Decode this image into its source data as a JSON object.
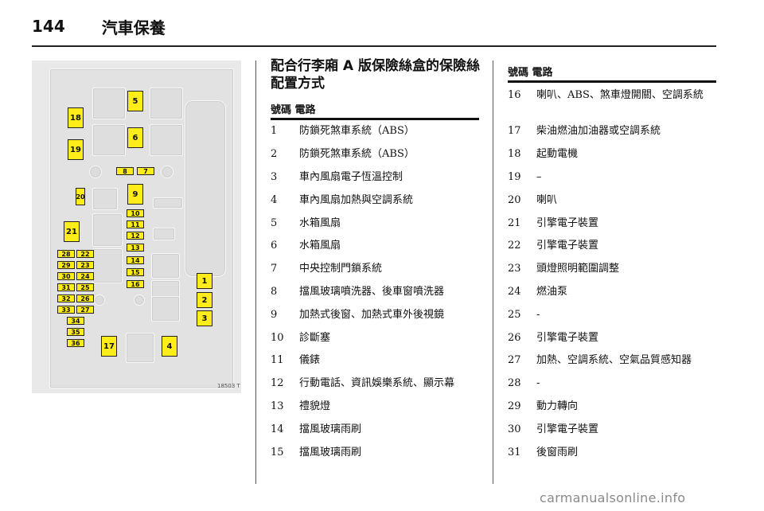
{
  "page": {
    "number": "144",
    "title": "汽車保養"
  },
  "section_title": "配合行李廂 A 版保險絲盒的保險絲配置方式",
  "column_headers": {
    "left": "號碼 電路",
    "right": "號碼 電路"
  },
  "diagram": {
    "image_code": "18503 T",
    "fuse_labels": [
      "1",
      "2",
      "3",
      "4",
      "5",
      "6",
      "7",
      "8",
      "9",
      "10",
      "11",
      "12",
      "13",
      "14",
      "15",
      "16",
      "17",
      "18",
      "19",
      "20",
      "21",
      "22",
      "23",
      "24",
      "25",
      "26",
      "27",
      "28",
      "29",
      "30",
      "31",
      "32",
      "33",
      "34",
      "35",
      "36"
    ]
  },
  "fuses_left": [
    {
      "num": "1",
      "circuit": "防鎖死煞車系統（ABS）"
    },
    {
      "num": "2",
      "circuit": "防鎖死煞車系統（ABS）"
    },
    {
      "num": "3",
      "circuit": "車內風扇電子恆溫控制"
    },
    {
      "num": "4",
      "circuit": "車內風扇加熱與空調系統"
    },
    {
      "num": "5",
      "circuit": "水箱風扇"
    },
    {
      "num": "6",
      "circuit": "水箱風扇"
    },
    {
      "num": "7",
      "circuit": "中央控制門鎖系統"
    },
    {
      "num": "8",
      "circuit": "擋風玻璃噴洗器、後車窗噴洗器"
    },
    {
      "num": "9",
      "circuit": "加熱式後窗、加熱式車外後視鏡"
    },
    {
      "num": "10",
      "circuit": "診斷塞"
    },
    {
      "num": "11",
      "circuit": "儀錶"
    },
    {
      "num": "12",
      "circuit": "行動電話、資訊娛樂系統、顯示幕"
    },
    {
      "num": "13",
      "circuit": "禮貌燈"
    },
    {
      "num": "14",
      "circuit": "擋風玻璃雨刷"
    },
    {
      "num": "15",
      "circuit": "擋風玻璃雨刷"
    }
  ],
  "fuses_right": [
    {
      "num": "16",
      "circuit": "喇叭、ABS、煞車燈開關、空調系統"
    },
    {
      "num": "17",
      "circuit": "柴油燃油加油器或空調系統"
    },
    {
      "num": "18",
      "circuit": "起動電機"
    },
    {
      "num": "19",
      "circuit": "–"
    },
    {
      "num": "20",
      "circuit": "喇叭"
    },
    {
      "num": "21",
      "circuit": "引擎電子裝置"
    },
    {
      "num": "22",
      "circuit": "引擎電子裝置"
    },
    {
      "num": "23",
      "circuit": "頭燈照明範圍調整"
    },
    {
      "num": "24",
      "circuit": "燃油泵"
    },
    {
      "num": "25",
      "circuit": "-"
    },
    {
      "num": "26",
      "circuit": "引擎電子裝置"
    },
    {
      "num": "27",
      "circuit": "加熱、空調系統、空氣品質感知器"
    },
    {
      "num": "28",
      "circuit": "-"
    },
    {
      "num": "29",
      "circuit": "動力轉向"
    },
    {
      "num": "30",
      "circuit": "引擎電子裝置"
    },
    {
      "num": "31",
      "circuit": "後窗雨刷"
    }
  ],
  "footer": "carmanualsonline.info"
}
